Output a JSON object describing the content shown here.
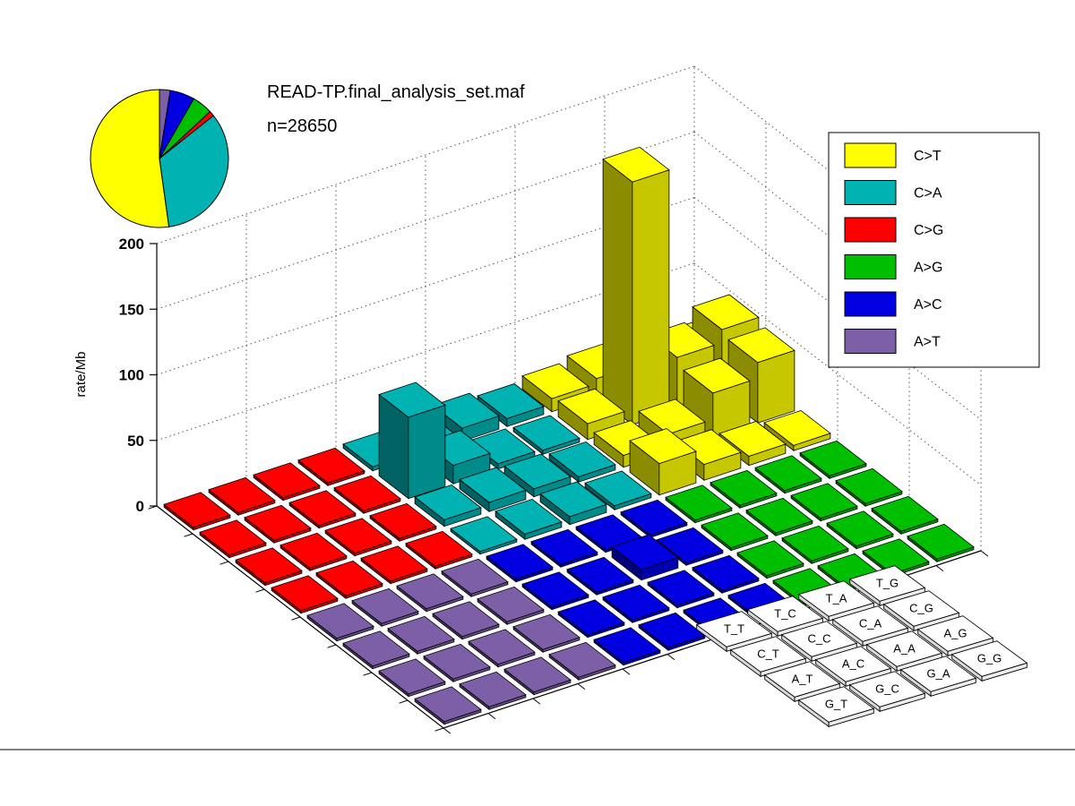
{
  "title": "READ-TP.final_analysis_set.maf",
  "subtitle": "n=28650",
  "colors": {
    "C>T": "#FFFF00",
    "C>A": "#00B2B2",
    "C>G": "#FF0000",
    "A>G": "#00BE00",
    "A>C": "#0000E0",
    "A>T": "#7D5FA8"
  },
  "legend": {
    "position": "right",
    "entries": [
      {
        "label": "C>T",
        "color": "#FFFF00"
      },
      {
        "label": "C>A",
        "color": "#00B2B2"
      },
      {
        "label": "C>G",
        "color": "#FF0000"
      },
      {
        "label": "A>G",
        "color": "#00BE00"
      },
      {
        "label": "A>C",
        "color": "#0000E0"
      },
      {
        "label": "A>T",
        "color": "#7D5FA8"
      }
    ]
  },
  "chart_data": [
    {
      "type": "pie",
      "labels": [
        "C>T",
        "C>A",
        "C>G",
        "A>G",
        "A>C",
        "A>T"
      ],
      "values_percent": [
        52.2,
        33.5,
        1.2,
        4.8,
        5.8,
        2.5
      ],
      "start_angle_deg": 90,
      "direction": "counterclockwise"
    },
    {
      "type": "bar",
      "subtype": "3d-lego",
      "zlabel": "rate/Mb",
      "zlim": [
        0,
        200
      ],
      "zticks": [
        0,
        50,
        100,
        150,
        200
      ],
      "grid_rows": 8,
      "grid_cols": 12,
      "blocks": [
        [
          "C>G",
          "C>A",
          "C>T"
        ],
        [
          "A>T",
          "A>C",
          "A>G"
        ]
      ],
      "context_order": [
        "T",
        "C",
        "A",
        "G"
      ],
      "context_key": [
        [
          "T_T",
          "T_C",
          "T_A",
          "T_G"
        ],
        [
          "C_T",
          "C_C",
          "C_A",
          "C_G"
        ],
        [
          "A_T",
          "A_C",
          "A_A",
          "A_G"
        ],
        [
          "G_T",
          "G_C",
          "G_A",
          "G_G"
        ]
      ],
      "values": [
        [
          0.4,
          0.4,
          0.4,
          0.4,
          3,
          8,
          10,
          6,
          10,
          14,
          18,
          8
        ],
        [
          0.4,
          0.4,
          0.4,
          0.4,
          62,
          14,
          4,
          3,
          12,
          185,
          40,
          50
        ],
        [
          0.4,
          0.4,
          0.4,
          0.4,
          5,
          7,
          6,
          4,
          9,
          14,
          34,
          46
        ],
        [
          0.4,
          0.4,
          0.4,
          0.4,
          2,
          4,
          6,
          3,
          24,
          12,
          7,
          4
        ],
        [
          0.4,
          0.4,
          0.4,
          0.4,
          0.8,
          0.8,
          0.8,
          0.8,
          1,
          1,
          1,
          1
        ],
        [
          0.4,
          0.4,
          0.4,
          0.4,
          0.8,
          0.8,
          8,
          0.8,
          1,
          1,
          1,
          1
        ],
        [
          0.4,
          0.4,
          0.4,
          0.4,
          0.8,
          0.8,
          0.8,
          0.8,
          1,
          1,
          1,
          1
        ],
        [
          0.4,
          0.4,
          0.4,
          0.4,
          0.8,
          0.8,
          0.8,
          0.8,
          1,
          1,
          1,
          1
        ]
      ],
      "units": "rate/Mb"
    }
  ]
}
